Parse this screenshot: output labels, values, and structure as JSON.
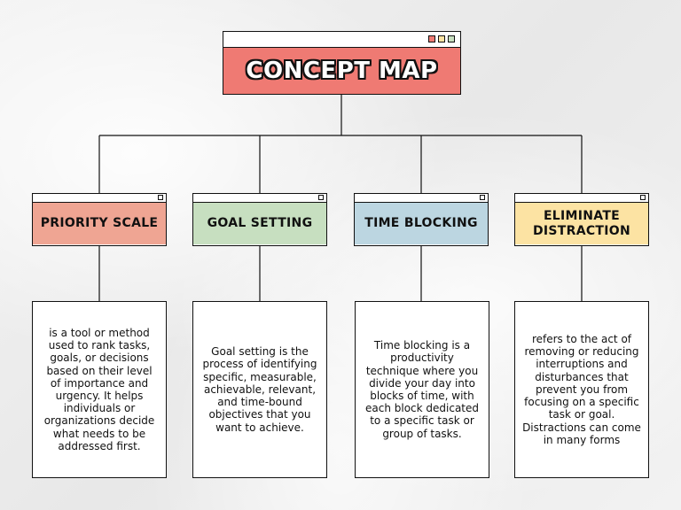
{
  "title": "CONCEPT MAP",
  "colors": {
    "title": "#ef7a73",
    "priority": "#efa593",
    "goal": "#c7dfc0",
    "time": "#bcd6e1",
    "eliminate": "#fce3a3"
  },
  "nodes": [
    {
      "id": "priority-scale",
      "label": "PRIORITY SCALE",
      "color": "#efa593",
      "description": "is a tool or method used to rank tasks, goals, or decisions based on their level of importance and urgency. It helps individuals or organizations decide what needs to be addressed first."
    },
    {
      "id": "goal-setting",
      "label": "GOAL SETTING",
      "color": "#c7dfc0",
      "description": "Goal setting is the process of identifying specific, measurable, achievable, relevant, and time-bound objectives that you want to achieve."
    },
    {
      "id": "time-blocking",
      "label": "TIME BLOCKING",
      "color": "#bcd6e1",
      "description": "Time blocking is a productivity technique where you divide your day into blocks of time, with each block dedicated to a specific task or group of tasks."
    },
    {
      "id": "eliminate-distraction",
      "label": "ELIMINATE DISTRACTION",
      "color": "#fce3a3",
      "description": "refers to the act of removing or reducing interruptions and disturbances that prevent you from focusing on a specific task or goal. Distractions can come in many forms"
    }
  ]
}
